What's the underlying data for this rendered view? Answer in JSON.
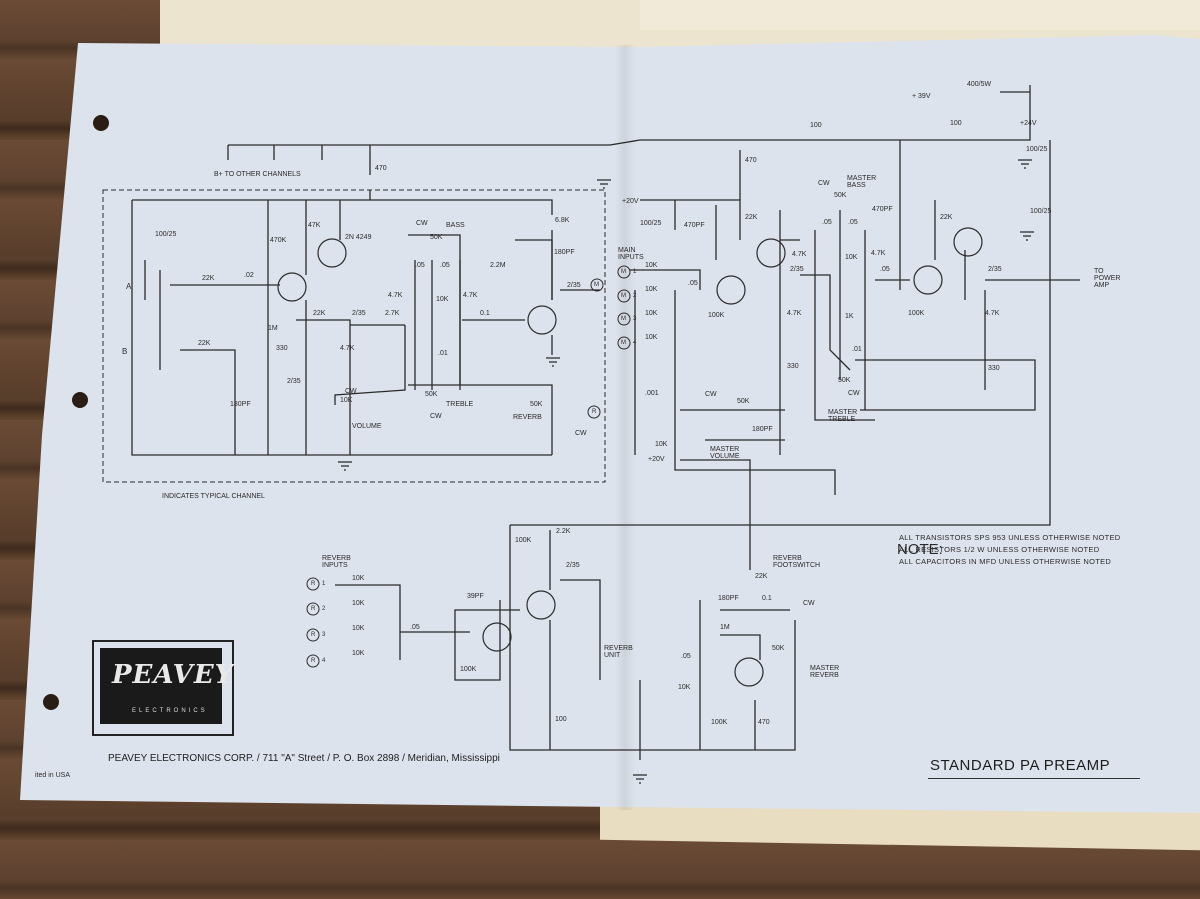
{
  "note": {
    "title": "NOTE:",
    "lines": [
      "ALL TRANSISTORS SPS 953 UNLESS OTHERWISE NOTED",
      "ALL RESISTORS 1/2 W UNLESS OTHERWISE NOTED",
      "ALL CAPACITORS IN MFD UNLESS OTHERWISE NOTED"
    ]
  },
  "title_block": {
    "title": "STANDARD PA PREAMP",
    "footer": "PEAVEY ELECTRONICS CORP. / 711 \"A\" Street / P. O. Box 2898 / Meridian, Mississippi",
    "made_in": "ited in USA"
  },
  "logo": {
    "wordmark": "PEAVEY",
    "sub": "ELECTRONICS"
  },
  "colors": {
    "paper": "#dde3ec",
    "ink": "#2b2b2b",
    "wood": "#5e4230"
  },
  "labels": {
    "b_plus": "B+ TO OTHER CHANNELS",
    "r470a": "470",
    "c100_25a": "100/25",
    "r470k": "470K",
    "r47k": "47K",
    "q2n4249": "2N 4249",
    "cw_bass": "CW",
    "bass": "BASS",
    "p50k_bass": "50K",
    "r6_8k": "6.8K",
    "c180pf_a": "180PF",
    "r2_2m": "2.2M",
    "in_a": "A",
    "in_b": "B",
    "r22k_a": "22K",
    "c02": ".02",
    "r22k_b": "22K",
    "r1m": "1M",
    "r22k_c": "22K",
    "c2_35a": "2/35",
    "r2_7k": "2.7K",
    "c05a": ".05",
    "c05b": ".05",
    "r4_7k_a": "4.7K",
    "r10k_a": "10K",
    "r4_7k_b": "4.7K",
    "c0_1": "0.1",
    "c2_35b": "2/35",
    "r330a": "330",
    "r4_7k_c": "4.7K",
    "c2_35c": "2/35",
    "c01a": ".01",
    "c180pf_b": "180PF",
    "cw_vol": "CW",
    "p10k_vol": "10K",
    "volume": "VOLUME",
    "p50k_treb": "50K",
    "treble": "TREBLE",
    "cw_treb": "CW",
    "p50k_rev": "50K",
    "reverb": "REVERB",
    "cw_rev": "CW",
    "typical": "INDICATES TYPICAL CHANNEL",
    "main_inputs": "MAIN INPUTS",
    "plus20v_a": "+20V",
    "c100_25b": "100/25",
    "c470pf_a": "470PF",
    "r470b": "470",
    "r22k_d": "22K",
    "r100a": "100",
    "r100b": "100",
    "r400_5w": "400/5W",
    "plus39v": "+ 39V",
    "plus24v": "+24V",
    "c100_25c": "100/25",
    "cw_mbass": "CW",
    "master_bass": "MASTER BASS",
    "c470pf_b": "470PF",
    "r22k_e": "22K",
    "c100_25d": "100/25",
    "r10k_m1": "10K",
    "r10k_m2": "10K",
    "r10k_m3": "10K",
    "r10k_m4": "10K",
    "c05c": ".05",
    "r100k_a": "100K",
    "r4_7k_d": "4.7K",
    "c2_35d": "2/35",
    "r4_7k_e": "4.7K",
    "r330b": "330",
    "p50k_mbass": "50K",
    "c05d": ".05",
    "c05e": ".05",
    "r10k_b": "10K",
    "r4_7k_f": "4.7K",
    "r1k": "1K",
    "c01b": ".01",
    "p50k_mtreb": "50K",
    "cw_mtreb": "CW",
    "master_treble": "MASTER TREBLE",
    "c05f": ".05",
    "r100k_b": "100K",
    "r4_7k_g": "4.7K",
    "c2_35e": "2/35",
    "to_power_amp": "TO POWER AMP",
    "r330c": "330",
    "c001": ".001",
    "cw_mvol": "CW",
    "p50k_mvol": "50K",
    "c180pf_c": "180PF",
    "master_volume": "MASTER VOLUME",
    "r10k_c": "10K",
    "reverb_inputs": "REVERB INPUTS",
    "r10k_r1": "10K",
    "r10k_r2": "10K",
    "r10k_r3": "10K",
    "r10k_r4": "10K",
    "c05g": ".05",
    "c39pf": "39PF",
    "r100k_c": "100K",
    "r100k_d": "100K",
    "r2_2k": "2.2K",
    "c2_35f": "2/35",
    "r100c": "100",
    "reverb_unit": "REVERB UNIT",
    "plus20v_b": "+20V",
    "r22k_f": "22K",
    "reverb_footswitch": "REVERB FOOTSWITCH",
    "c180pf_d": "180PF",
    "c0_1b": "0.1",
    "r1m_b": "1M",
    "c05h": ".05",
    "r10k_d": "10K",
    "r100k_e": "100K",
    "r470c": "470",
    "cw_mrev": "CW",
    "p50k_mrev": "50K",
    "master_reverb": "MASTER REVERB"
  },
  "jacks": {
    "m1": "M",
    "m1n": "1",
    "m2": "M",
    "m2n": "2",
    "m3": "M",
    "m3n": "3",
    "m4": "M",
    "m4n": "4",
    "r1": "R",
    "r1n": "1",
    "r2": "R",
    "r2n": "2",
    "r3": "R",
    "r3n": "3",
    "r4": "R",
    "r4n": "4",
    "m_out": "M",
    "r_out": "R"
  }
}
